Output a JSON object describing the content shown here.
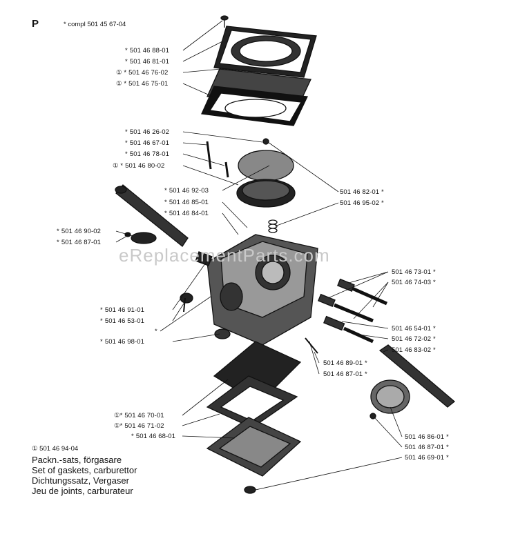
{
  "header": {
    "page_letter": "P",
    "compl": "* compl 501 45 67-04"
  },
  "watermark": "eReplacementParts.com",
  "labels_left": [
    {
      "pre": "*",
      "code": "501 46 88-01"
    },
    {
      "pre": "*",
      "code": "501 46 81-01"
    },
    {
      "pre": "① *",
      "code": "501 46 76-02"
    },
    {
      "pre": "① *",
      "code": "501 46 75-01"
    },
    {
      "pre": "*",
      "code": "501 46 26-02"
    },
    {
      "pre": "*",
      "code": "501 46 67-01"
    },
    {
      "pre": "*",
      "code": "501 46 78-01"
    },
    {
      "pre": "① *",
      "code": "501 46 80-02"
    },
    {
      "pre": "*",
      "code": "501 46 92-03"
    },
    {
      "pre": "*",
      "code": "501 46 85-01"
    },
    {
      "pre": "*",
      "code": "501 46 84-01"
    },
    {
      "pre": "*",
      "code": "501 46 90-02"
    },
    {
      "pre": "*",
      "code": "501 46 87-01"
    },
    {
      "pre": "*",
      "code": "501 46 91-01"
    },
    {
      "pre": "*",
      "code": "501 46 53-01"
    },
    {
      "pre": "*",
      "code": ""
    },
    {
      "pre": "*",
      "code": "501 46 98-01"
    },
    {
      "pre": "①*",
      "code": "501 46 70-01"
    },
    {
      "pre": "①*",
      "code": "501 46 71-02"
    },
    {
      "pre": "*",
      "code": "501 46 68-01"
    }
  ],
  "labels_right": [
    {
      "code": "501 46 82-01",
      "post": "*"
    },
    {
      "code": "501 46 95-02",
      "post": "*"
    },
    {
      "code": "501 46 73-01",
      "post": "*"
    },
    {
      "code": "501 46 74-03",
      "post": "*"
    },
    {
      "code": "501 46 54-01",
      "post": "*"
    },
    {
      "code": "501 46 72-02",
      "post": "*"
    },
    {
      "code": "501 46 83-02",
      "post": "*"
    },
    {
      "code": "501 46 89-01",
      "post": "*"
    },
    {
      "code": "501 46 87-01",
      "post": "*"
    },
    {
      "code": "501 46 86-01",
      "post": "*"
    },
    {
      "code": "501 46 87-01",
      "post": "*"
    },
    {
      "code": "501 46 69-01",
      "post": "*"
    }
  ],
  "kit": {
    "number": "① 501 46 94-04"
  },
  "captions": [
    "Packn.-sats, förgasare",
    "Set of gaskets, carburettor",
    "Dichtungssatz, Vergaser",
    "Jeu de joints, carburateur"
  ]
}
